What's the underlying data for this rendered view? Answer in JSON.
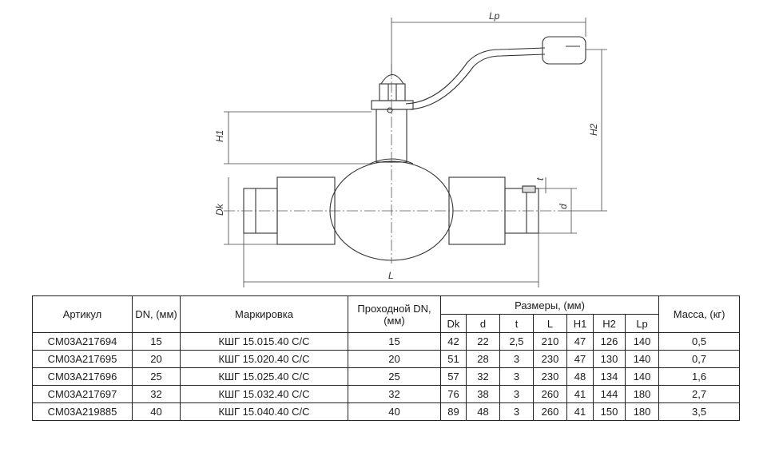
{
  "drawing": {
    "dims": {
      "lp": "Lp",
      "h1": "H1",
      "h2": "H2",
      "dk": "Dk",
      "d": "d",
      "t": "t",
      "l": "L"
    }
  },
  "table": {
    "headers": {
      "article": "Артикул",
      "dn": "DN, (мм)",
      "marking": "Маркировка",
      "passage": "Проходной DN, (мм)",
      "sizes": "Размеры, (мм)",
      "mass": "Масса, (кг)"
    },
    "size_columns": [
      "Dk",
      "d",
      "t",
      "L",
      "H1",
      "H2",
      "Lp"
    ],
    "rows": [
      {
        "article": "CM03A217694",
        "dn": "15",
        "marking": "КШГ 15.015.40 С/С",
        "passage": "15",
        "sizes": [
          "42",
          "22",
          "2,5",
          "210",
          "47",
          "126",
          "140"
        ],
        "mass": "0,5"
      },
      {
        "article": "CM03A217695",
        "dn": "20",
        "marking": "КШГ 15.020.40 С/С",
        "passage": "20",
        "sizes": [
          "51",
          "28",
          "3",
          "230",
          "47",
          "130",
          "140"
        ],
        "mass": "0,7"
      },
      {
        "article": "CM03A217696",
        "dn": "25",
        "marking": "КШГ 15.025.40 С/С",
        "passage": "25",
        "sizes": [
          "57",
          "32",
          "3",
          "230",
          "48",
          "134",
          "140"
        ],
        "mass": "1,6"
      },
      {
        "article": "CM03A217697",
        "dn": "32",
        "marking": "КШГ 15.032.40 С/С",
        "passage": "32",
        "sizes": [
          "76",
          "38",
          "3",
          "260",
          "41",
          "144",
          "180"
        ],
        "mass": "2,7"
      },
      {
        "article": "CM03A219885",
        "dn": "40",
        "marking": "КШГ 15.040.40 С/С",
        "passage": "40",
        "sizes": [
          "89",
          "48",
          "3",
          "260",
          "41",
          "150",
          "180"
        ],
        "mass": "3,5"
      }
    ]
  }
}
